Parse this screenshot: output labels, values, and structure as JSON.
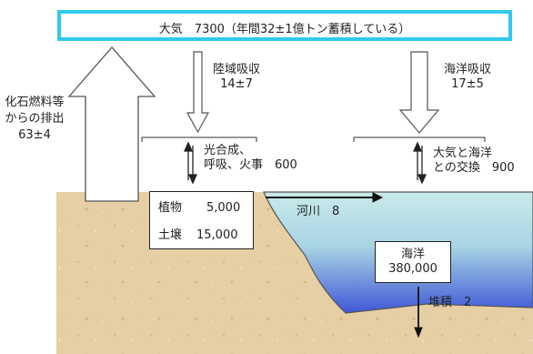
{
  "atmosphere": {
    "label": "大気　7300（年間32±1億トン蓄積している）"
  },
  "fossil": {
    "line1": "化石燃料等",
    "line2": "からの排出",
    "line3": "63±4"
  },
  "land_uptake": {
    "line1": "陸域吸収",
    "line2": "14±7"
  },
  "ocean_uptake": {
    "line1": "海洋吸収",
    "line2": "17±5"
  },
  "photosynthesis": {
    "line1": "光合成、",
    "line2": "呼吸、火事　600"
  },
  "exchange": {
    "line1": "大気と海洋",
    "line2": "との交換　900"
  },
  "land_store": {
    "plants_label": "植物",
    "plants_value": "5,000",
    "soil_label": "土壌",
    "soil_value": "15,000"
  },
  "river": {
    "label": "河川　8"
  },
  "ocean": {
    "line1": "海洋",
    "line2": "380,000"
  },
  "sediment": {
    "label": "堆積　2"
  },
  "colors": {
    "atmosphere_border": "#33c8ee",
    "sand": "#e6cfa4",
    "ocean_top": "#c9eaea",
    "ocean_bottom": "#3f58d6"
  }
}
